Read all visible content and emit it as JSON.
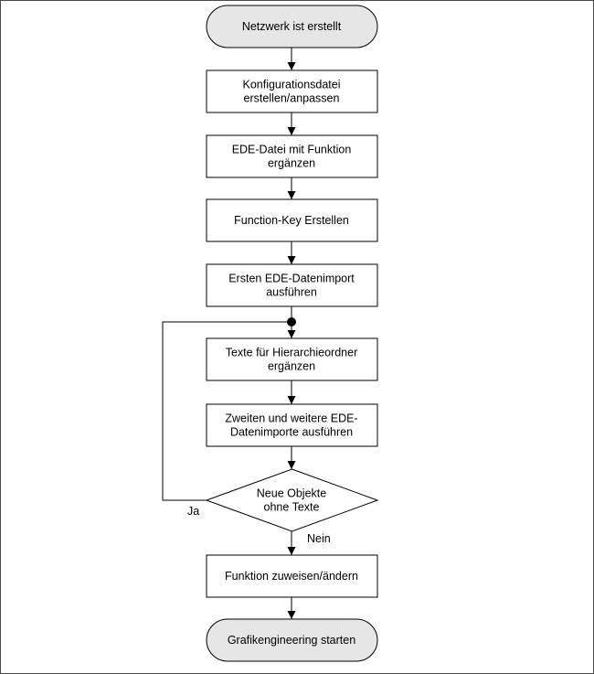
{
  "diagram": {
    "nodes": [
      {
        "id": "start",
        "shape": "terminal",
        "fill": "#e6e6e6",
        "lines": [
          "Netzwerk ist erstellt"
        ]
      },
      {
        "id": "config",
        "shape": "process",
        "fill": "#ffffff",
        "lines": [
          "Konfigurationsdatei",
          "erstellen/anpassen"
        ]
      },
      {
        "id": "ede",
        "shape": "process",
        "fill": "#ffffff",
        "lines": [
          "EDE-Datei mit Funktion",
          "ergänzen"
        ]
      },
      {
        "id": "fkey",
        "shape": "process",
        "fill": "#ffffff",
        "lines": [
          "Function-Key Erstellen"
        ]
      },
      {
        "id": "import1",
        "shape": "process",
        "fill": "#ffffff",
        "lines": [
          "Ersten EDE-Datenimport",
          "ausführen"
        ]
      },
      {
        "id": "texte",
        "shape": "process",
        "fill": "#ffffff",
        "lines": [
          "Texte für Hierarchieordner",
          "ergänzen"
        ]
      },
      {
        "id": "import2",
        "shape": "process",
        "fill": "#ffffff",
        "lines": [
          "Zweiten und weitere EDE-",
          "Datenimporte ausführen"
        ]
      },
      {
        "id": "decision",
        "shape": "decision",
        "fill": "#ffffff",
        "lines": [
          "Neue Objekte",
          "ohne Texte"
        ]
      },
      {
        "id": "assign",
        "shape": "process",
        "fill": "#ffffff",
        "lines": [
          "Funktion zuweisen/ändern"
        ]
      },
      {
        "id": "end",
        "shape": "terminal",
        "fill": "#e6e6e6",
        "lines": [
          "Grafikengineering starten"
        ]
      }
    ],
    "edges": [
      {
        "from": "start",
        "to": "config",
        "label": ""
      },
      {
        "from": "config",
        "to": "ede",
        "label": ""
      },
      {
        "from": "ede",
        "to": "fkey",
        "label": ""
      },
      {
        "from": "fkey",
        "to": "import1",
        "label": ""
      },
      {
        "from": "import1",
        "to": "texte",
        "label": ""
      },
      {
        "from": "texte",
        "to": "import2",
        "label": ""
      },
      {
        "from": "import2",
        "to": "decision",
        "label": ""
      },
      {
        "from": "decision",
        "to": "assign",
        "label": "Nein"
      },
      {
        "from": "decision",
        "to": "texte",
        "label": "Ja"
      },
      {
        "from": "assign",
        "to": "end",
        "label": ""
      }
    ]
  }
}
